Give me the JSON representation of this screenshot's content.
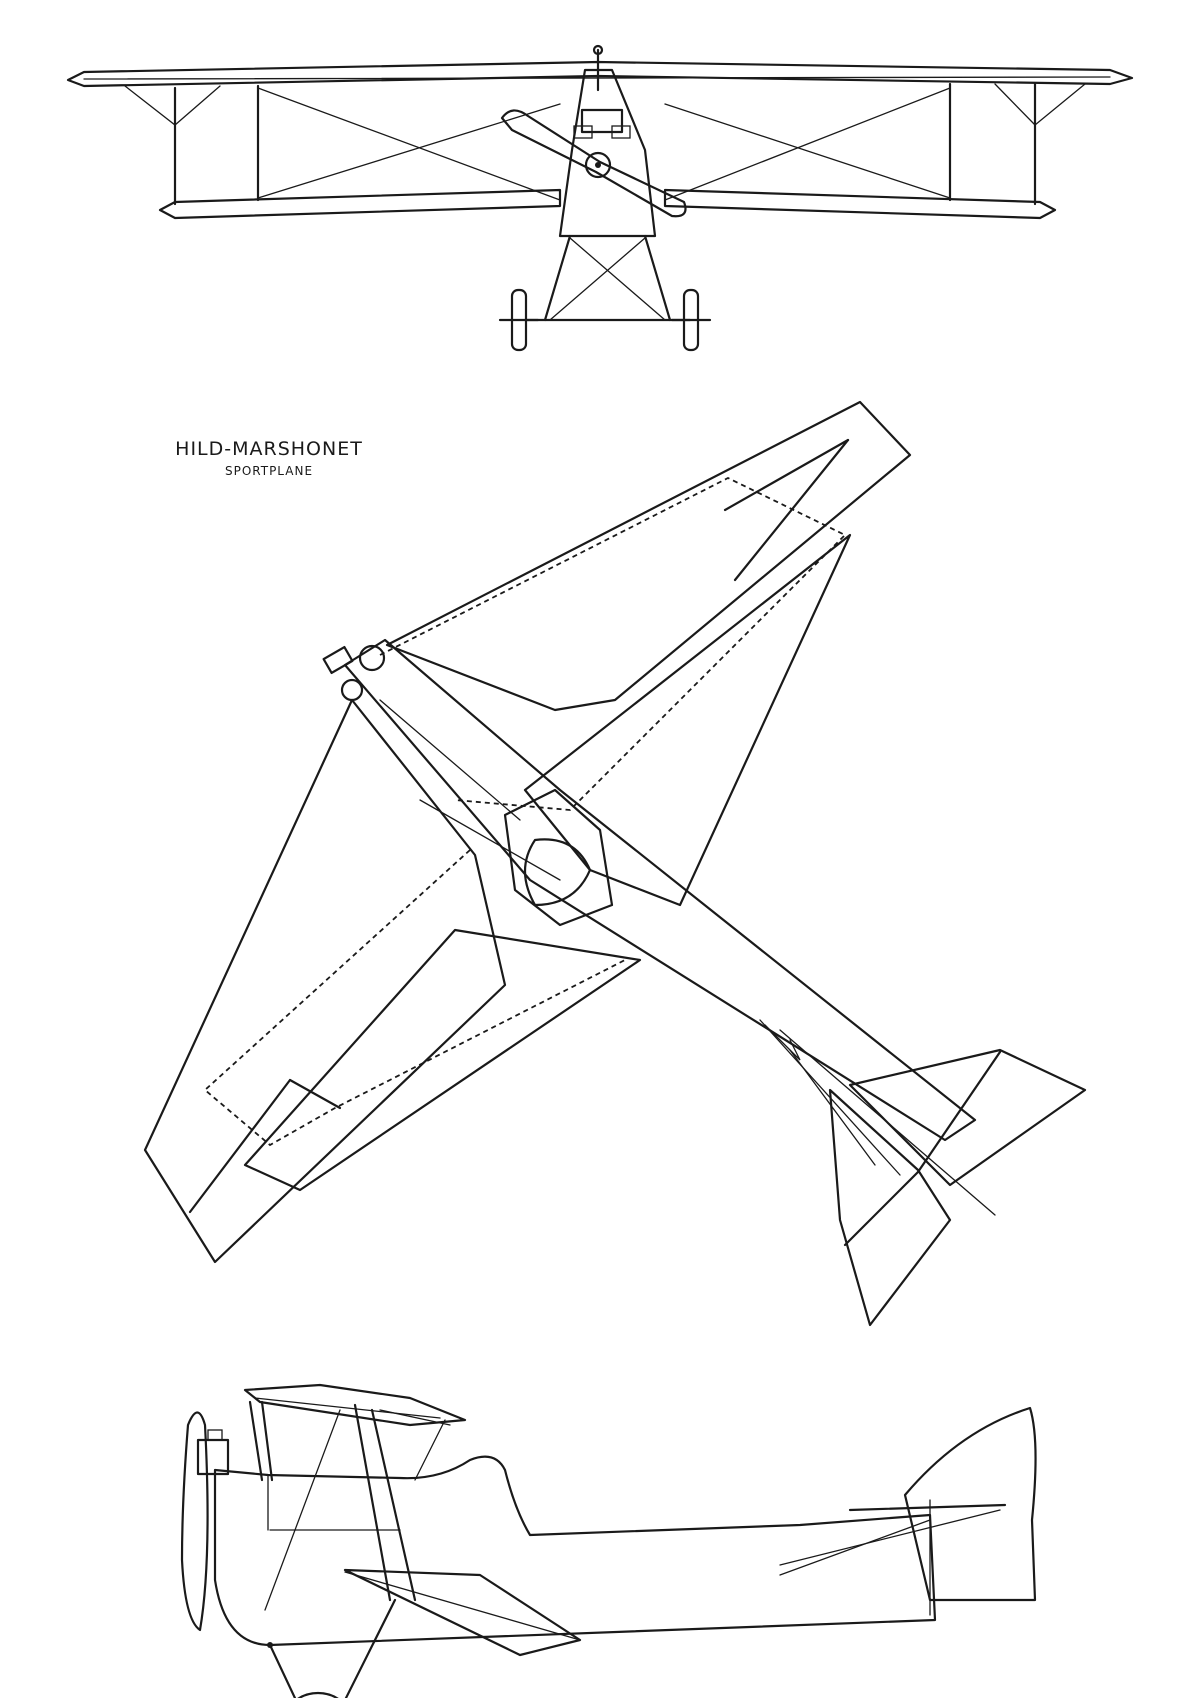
{
  "title": "HILD-MARSHONET",
  "subtitle": "SPORTPLANE",
  "views": [
    "front view",
    "plan view",
    "side view"
  ],
  "colors": {
    "ink": "#1a1a1a",
    "paper": "#ffffff"
  }
}
